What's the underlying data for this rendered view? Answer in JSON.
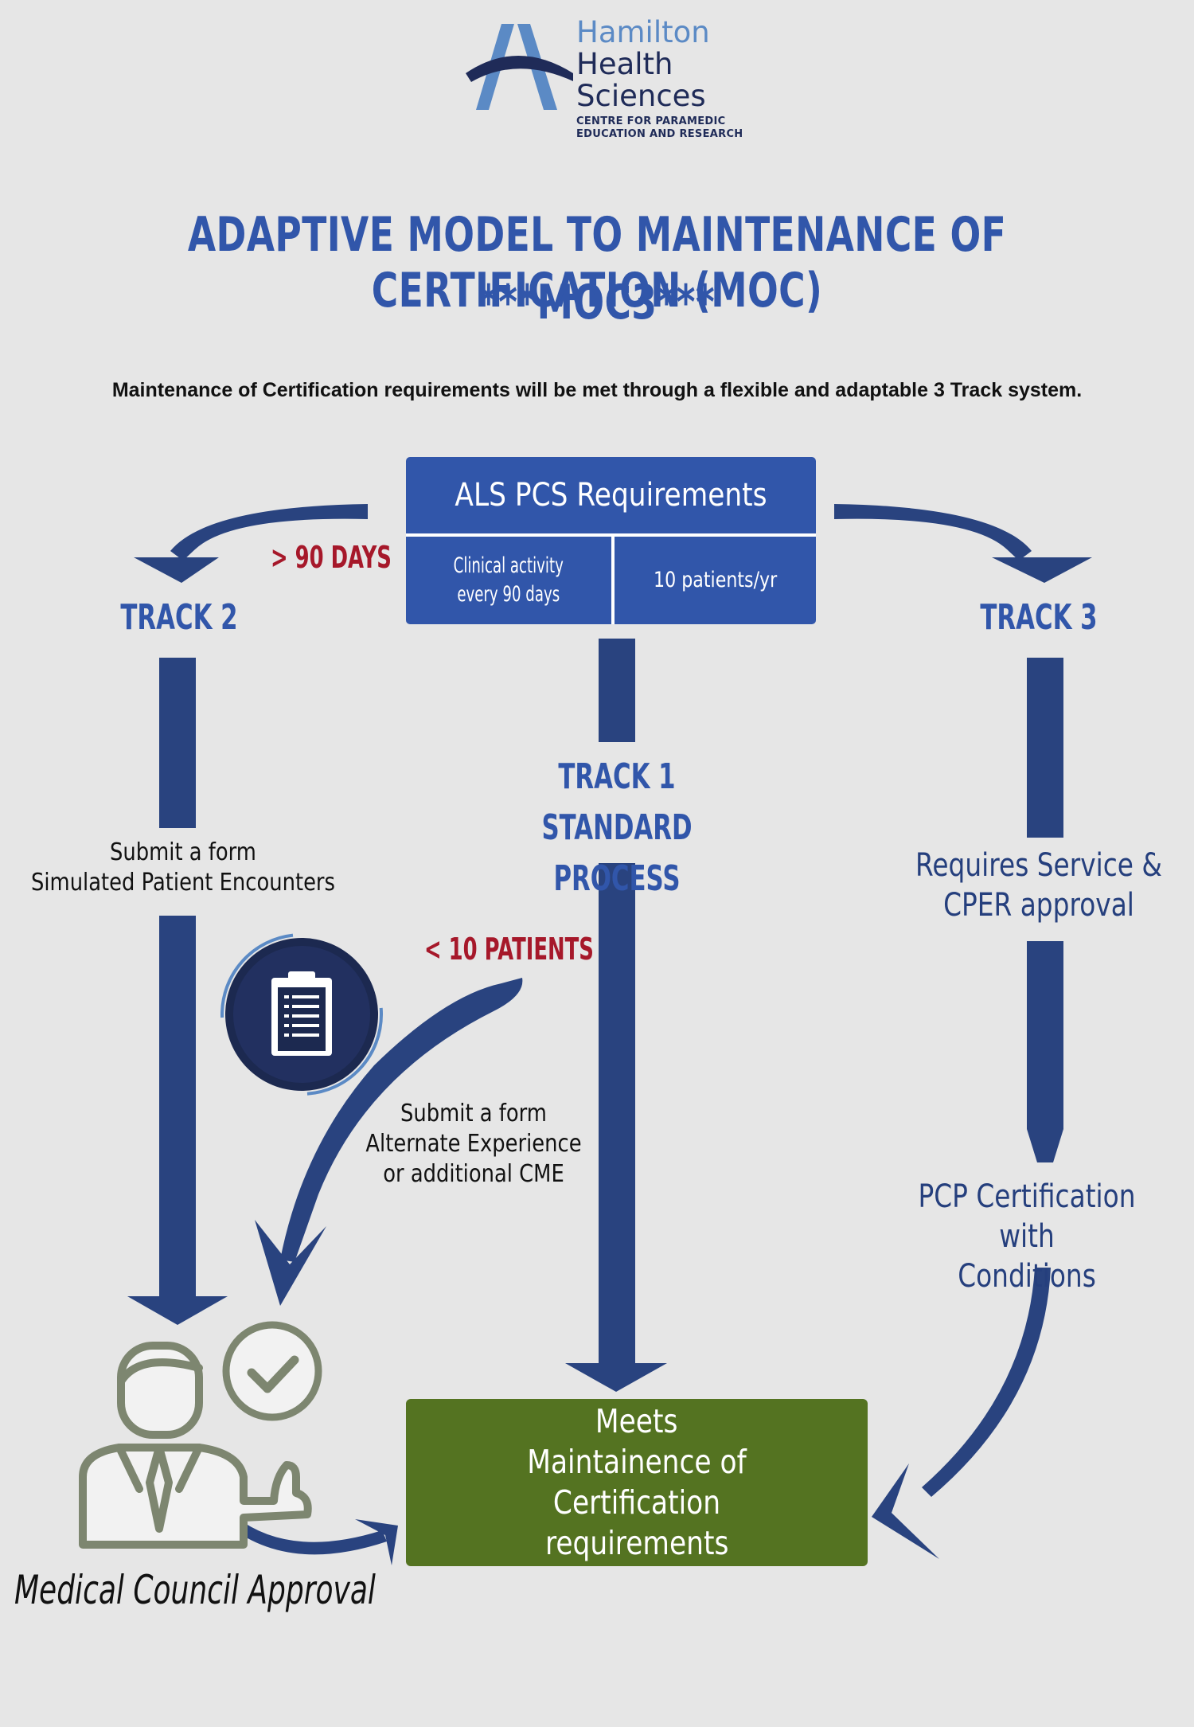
{
  "logo": {
    "line1": "Hamilton",
    "line2": "Health",
    "line3": "Sciences",
    "sub1": "CENTRE FOR PARAMEDIC",
    "sub2": "EDUCATION AND RESEARCH"
  },
  "title": {
    "line1": "ADAPTIVE MODEL TO MAINTENANCE OF CERTIFICATION (MOC)",
    "line2": "***MOC3***"
  },
  "subtitle": "Maintenance of Certification requirements will be met through a flexible and adaptable 3 Track system.",
  "requirements": {
    "title": "ALS PCS Requirements",
    "cell1_line1": "Clinical activity",
    "cell1_line2": "every 90 days",
    "cell2": "10 patients/yr"
  },
  "track2": {
    "label": "TRACK 2",
    "condition": "> 90 DAYS",
    "form_line1": "Submit a form",
    "form_line2": "Simulated Patient Encounters"
  },
  "track1": {
    "line1": "TRACK 1",
    "line2": "STANDARD PROCESS",
    "condition": "< 10 PATIENTS",
    "form_line1": "Submit a form",
    "form_line2": "Alternate Experience",
    "form_line3": "or additional CME"
  },
  "track3": {
    "label": "TRACK 3",
    "req_line1": "Requires Service &",
    "req_line2": "CPER approval",
    "cert_line1": "PCP Certification with",
    "cert_line2": "Conditions"
  },
  "result": {
    "line1": "Meets",
    "line2": "Maintainence of Certification",
    "line3": "requirements"
  },
  "approval_label": "Medical Council Approval",
  "colors": {
    "background": "#e6e6e6",
    "primary_blue": "#3156aa",
    "arrow_navy": "#29437f",
    "alert_red": "#a6182a",
    "result_green": "#547321",
    "icon_gray": "#7d8670"
  },
  "icons": [
    "hhs-logo-icon",
    "clipboard-icon",
    "person-icon",
    "checkmark-icon"
  ]
}
